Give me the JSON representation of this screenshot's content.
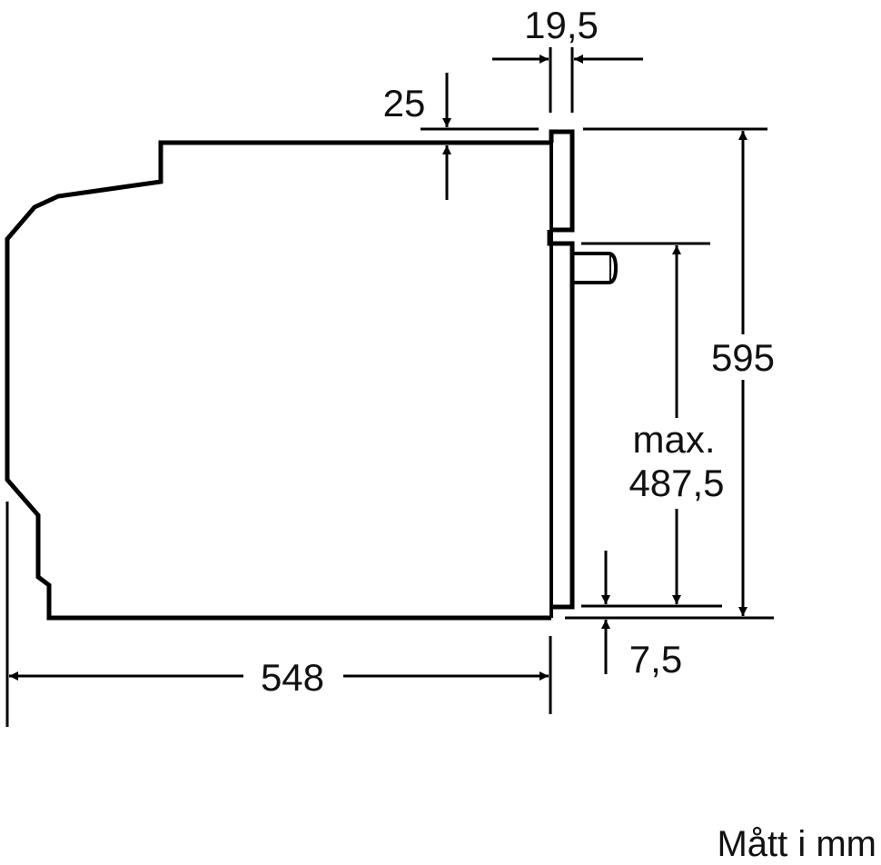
{
  "diagram": {
    "subject": "built-in oven side view with installation dimensions",
    "dimensions": {
      "front_panel_thickness": "19,5",
      "top_gap": "25",
      "total_height": "595",
      "max_label": "max.",
      "max_height": "487,5",
      "bottom_offset": "7,5",
      "depth": "548"
    },
    "unit_note": "Mått i mm",
    "colors": {
      "line": "#000000",
      "background": "#ffffff"
    }
  }
}
